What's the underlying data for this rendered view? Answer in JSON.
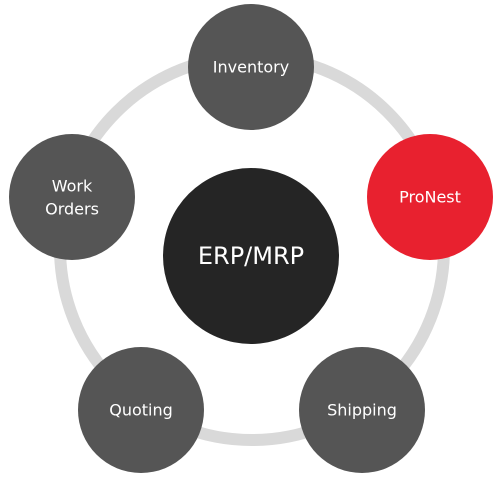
{
  "center": {
    "label": "ERP/MRP",
    "color": "#252525"
  },
  "ring_color": "#d9d9d9",
  "nodes": [
    {
      "id": "inventory",
      "label": [
        "Inventory"
      ],
      "color": "#555555"
    },
    {
      "id": "pronest",
      "label": [
        "ProNest"
      ],
      "color": "#e8212f"
    },
    {
      "id": "shipping",
      "label": [
        "Shipping"
      ],
      "color": "#555555"
    },
    {
      "id": "quoting",
      "label": [
        "Quoting"
      ],
      "color": "#555555"
    },
    {
      "id": "work-orders",
      "label": [
        "Work",
        "Orders"
      ],
      "color": "#555555"
    }
  ]
}
